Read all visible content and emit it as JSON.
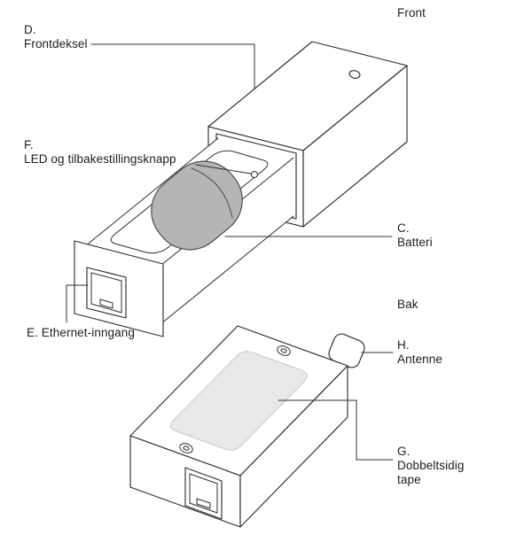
{
  "diagram": {
    "view_labels": {
      "front": "Front",
      "back": "Bak"
    },
    "callouts": {
      "front_cover": {
        "letter": "D.",
        "name": "Frontdeksel"
      },
      "led_reset": {
        "letter": "F.",
        "name": "LED og tilbakestillingsknapp"
      },
      "battery": {
        "letter": "C.",
        "name": "Batteri"
      },
      "ethernet": {
        "label": "E. Ethernet-inngang"
      },
      "antenna": {
        "letter": "H.",
        "name": "Antenne"
      },
      "tape": {
        "letter": "G.",
        "name_line1": "Dobbeltsidig",
        "name_line2": "tape"
      }
    },
    "colors": {
      "outline": "#2d2d2d",
      "battery_fill": "#b5b5b5",
      "battery_stroke": "#4a4a4a",
      "tape_fill": "#e8e8e8",
      "tape_stroke": "#c8c8c8",
      "background": "#ffffff"
    }
  }
}
